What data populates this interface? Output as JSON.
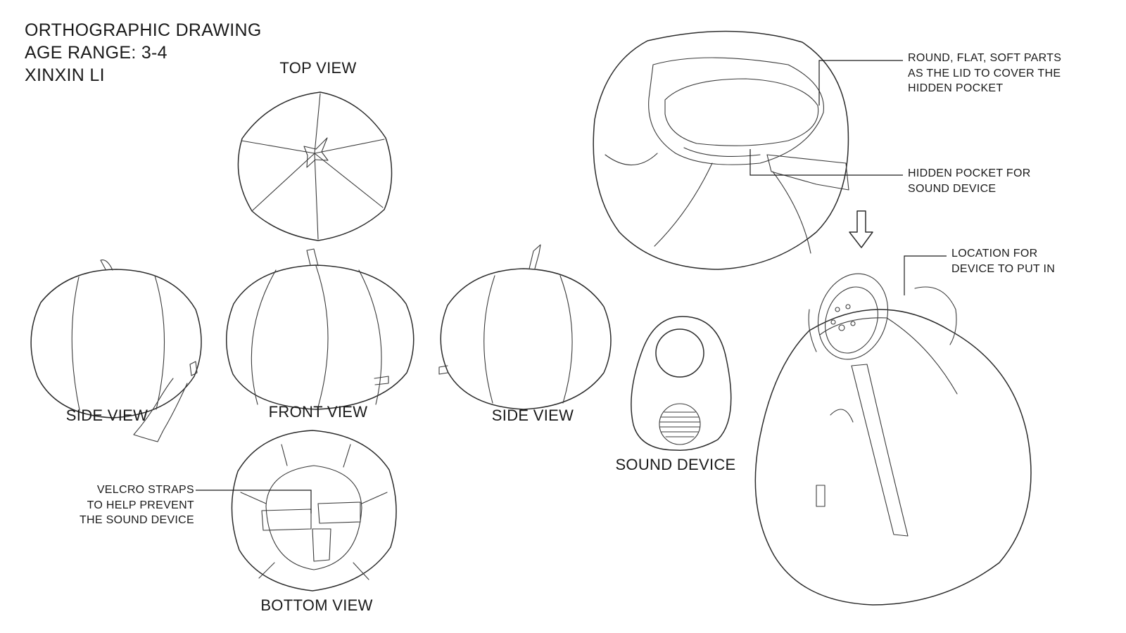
{
  "title": {
    "line1": "ORTHOGRAPHIC DRAWING",
    "line2": "AGE RANGE: 3-4",
    "line3": "XINXIN LI"
  },
  "views": {
    "top": "TOP VIEW",
    "side_left": "SIDE VIEW",
    "front": "FRONT VIEW",
    "side_right": "SIDE VIEW",
    "bottom": "BOTTOM VIEW",
    "sound_device": "SOUND DEVICE"
  },
  "annotations": {
    "velcro": [
      "VELCRO STRAPS",
      "TO HELP PREVENT",
      "THE SOUND DEVICE"
    ],
    "lid": [
      "ROUND, FLAT, SOFT PARTS",
      "AS THE LID TO COVER THE",
      "HIDDEN POCKET"
    ],
    "pocket": [
      "HIDDEN POCKET FOR",
      "SOUND DEVICE"
    ],
    "location": [
      "LOCATION FOR",
      "DEVICE TO PUT IN"
    ]
  }
}
